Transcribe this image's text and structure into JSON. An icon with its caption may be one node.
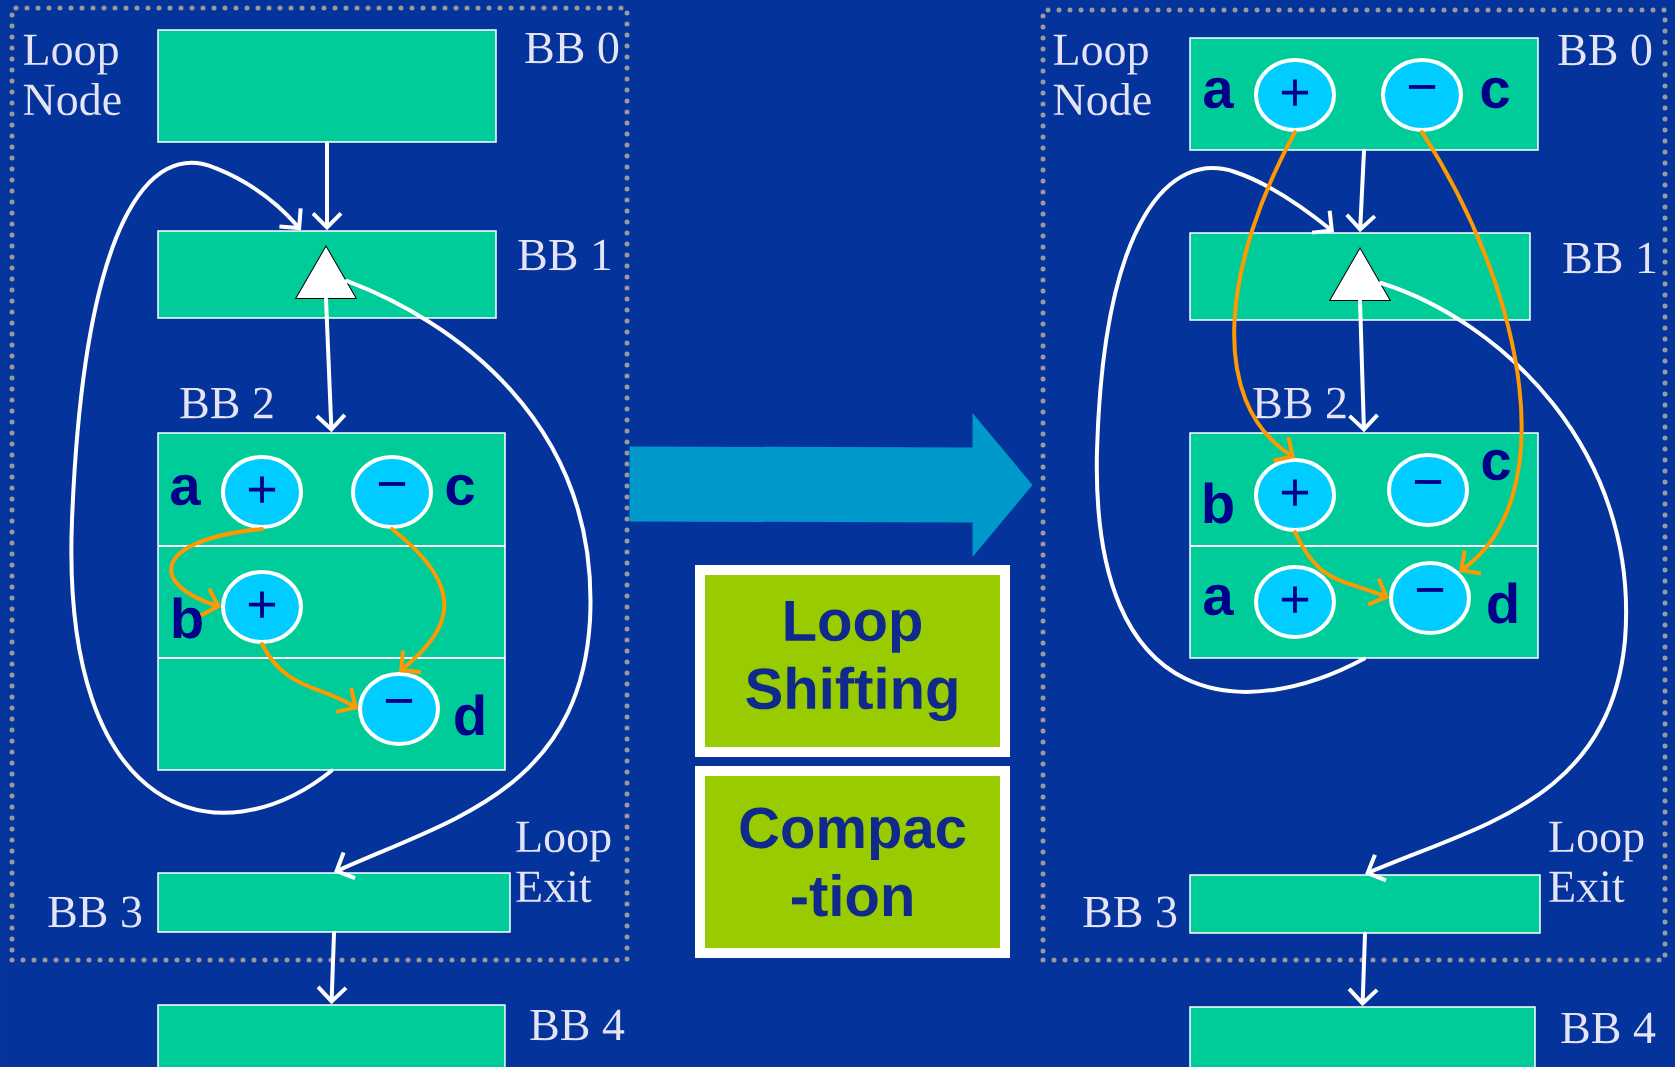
{
  "diagram": {
    "nodes": [
      {
        "text": [
          "Loop Node"
        ]
      },
      {
        "text": [
          "BB 0"
        ],
        "in": 0
      },
      {
        "text": [
          "BB 1"
        ],
        "in": 0
      },
      {
        "text": [],
        "shape": "triangle",
        "in": 2
      },
      {
        "text": [
          "BB 2"
        ],
        "in": 0
      },
      {
        "text": [
          "+"
        ],
        "beside": [
          "a"
        ],
        "in": 4
      },
      {
        "text": [
          "−"
        ],
        "beside": [
          "c"
        ],
        "in": 4
      },
      {
        "text": [
          "+"
        ],
        "beside": [
          "b"
        ],
        "in": 4
      },
      {
        "text": [
          "−"
        ],
        "beside": [
          "d"
        ],
        "in": 4
      },
      {
        "text": [
          "BB 3"
        ],
        "in": 0
      },
      {
        "text": [
          "BB 4"
        ]
      },
      {
        "text": [
          "Loop Shifting"
        ]
      },
      {
        "text": [
          "Compac -tion"
        ]
      },
      {
        "text": [
          "Loop Node"
        ]
      },
      {
        "text": [
          "BB 0"
        ],
        "in": 13
      },
      {
        "text": [
          "+"
        ],
        "beside": [
          "a"
        ],
        "in": 14
      },
      {
        "text": [
          "−"
        ],
        "beside": [
          "c"
        ],
        "in": 14
      },
      {
        "text": [
          "BB 1"
        ],
        "in": 13
      },
      {
        "text": [],
        "shape": "triangle",
        "in": 17
      },
      {
        "text": [
          "BB 2"
        ],
        "in": 13
      },
      {
        "text": [
          "+"
        ],
        "beside": [
          "b"
        ],
        "in": 19
      },
      {
        "text": [
          "−"
        ],
        "beside": [
          "c"
        ],
        "in": 19
      },
      {
        "text": [
          "+"
        ],
        "beside": [
          "a"
        ],
        "in": 19
      },
      {
        "text": [
          "−"
        ],
        "beside": [
          "d"
        ],
        "in": 19
      },
      {
        "text": [
          "BB 3"
        ],
        "in": 13
      },
      {
        "text": [
          "BB 4"
        ]
      }
    ],
    "edges": [
      {
        "from": 1,
        "to": 2,
        "arrow": "to"
      },
      {
        "from": 3,
        "to": 4,
        "arrow": "to"
      },
      {
        "from": 4,
        "to": 2,
        "arrow": "to"
      },
      {
        "from": 3,
        "to": 9,
        "arrow": "to"
      },
      {
        "from": 9,
        "to": 10,
        "arrow": "to"
      },
      {
        "from": 5,
        "to": 7,
        "arrow": "to",
        "color": "#ff9900"
      },
      {
        "from": 6,
        "to": 8,
        "arrow": "to",
        "color": "#ff9900"
      },
      {
        "from": 7,
        "to": 8,
        "arrow": "to",
        "color": "#ff9900"
      },
      {
        "from": 0,
        "to": 13,
        "arrow": "to",
        "style": "thick",
        "color": "#0099cc"
      },
      {
        "from": 14,
        "to": 17,
        "arrow": "to"
      },
      {
        "from": 18,
        "to": 19,
        "arrow": "to"
      },
      {
        "from": 19,
        "to": 17,
        "arrow": "to"
      },
      {
        "from": 18,
        "to": 24,
        "arrow": "to"
      },
      {
        "from": 24,
        "to": 25,
        "arrow": "to"
      },
      {
        "from": 15,
        "to": 20,
        "arrow": "to",
        "color": "#ff9900"
      },
      {
        "from": 16,
        "to": 23,
        "arrow": "to",
        "color": "#ff9900"
      },
      {
        "from": 20,
        "to": 23,
        "arrow": "to",
        "color": "#ff9900"
      }
    ],
    "labels": [
      "Loop Exit",
      "Loop Exit"
    ]
  }
}
